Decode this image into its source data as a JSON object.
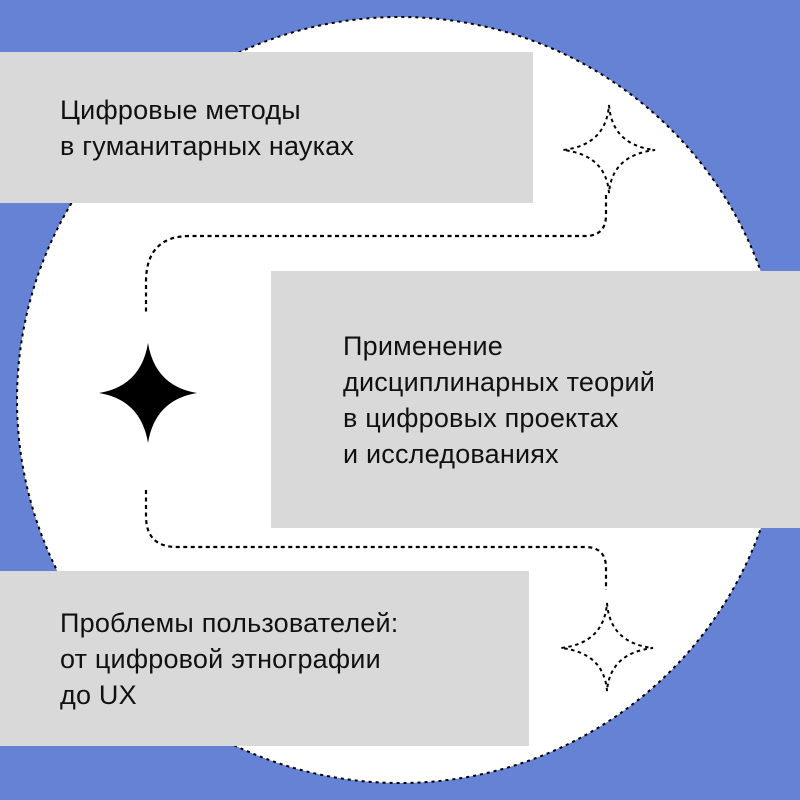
{
  "colors": {
    "background": "#6682D4",
    "circle": "#FFFFFF",
    "block": "#D9D9D9",
    "text": "#111111",
    "ink": "#000000"
  },
  "blocks": [
    {
      "lines": [
        "Цифровые методы",
        "в гуманитарных науках"
      ]
    },
    {
      "lines": [
        "Применение",
        "дисциплинарных теорий",
        "в цифровых проектах",
        "и исследованиях"
      ]
    },
    {
      "lines": [
        "Проблемы пользователей:",
        "от цифровой этнографии",
        "до UX"
      ]
    }
  ],
  "icons": {
    "main_star": "four-point-star-solid",
    "outline_star": "four-point-star-dashed"
  }
}
